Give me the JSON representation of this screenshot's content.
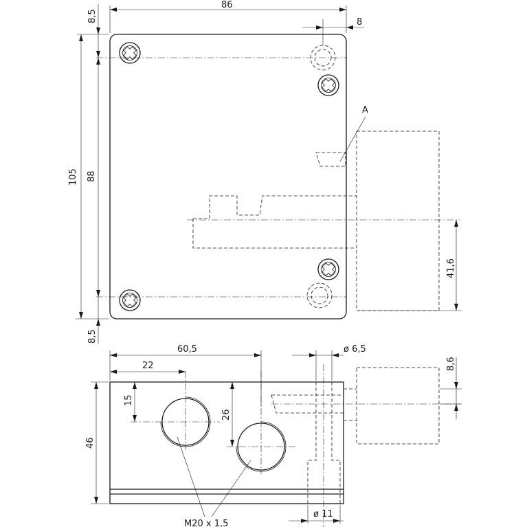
{
  "drawing": {
    "top_view": {
      "dim_width": "86",
      "dim_offset_top": "8,5",
      "dim_offset_right": "8",
      "dim_height_total": "105",
      "dim_height_holes": "88",
      "dim_offset_bottom": "8,5",
      "dim_side": "41,6",
      "detail_label": "A"
    },
    "front_view": {
      "dim_hole2_x": "60,5",
      "dim_hole1_x": "22",
      "dim_hole1_y": "15",
      "dim_hole2_y": "26",
      "dim_height": "46",
      "dim_pin_diameter": "ø 6,5",
      "dim_bore_diameter": "ø 11",
      "dim_offset_right": "8,6",
      "thread_label": "M20 x 1,5"
    }
  }
}
